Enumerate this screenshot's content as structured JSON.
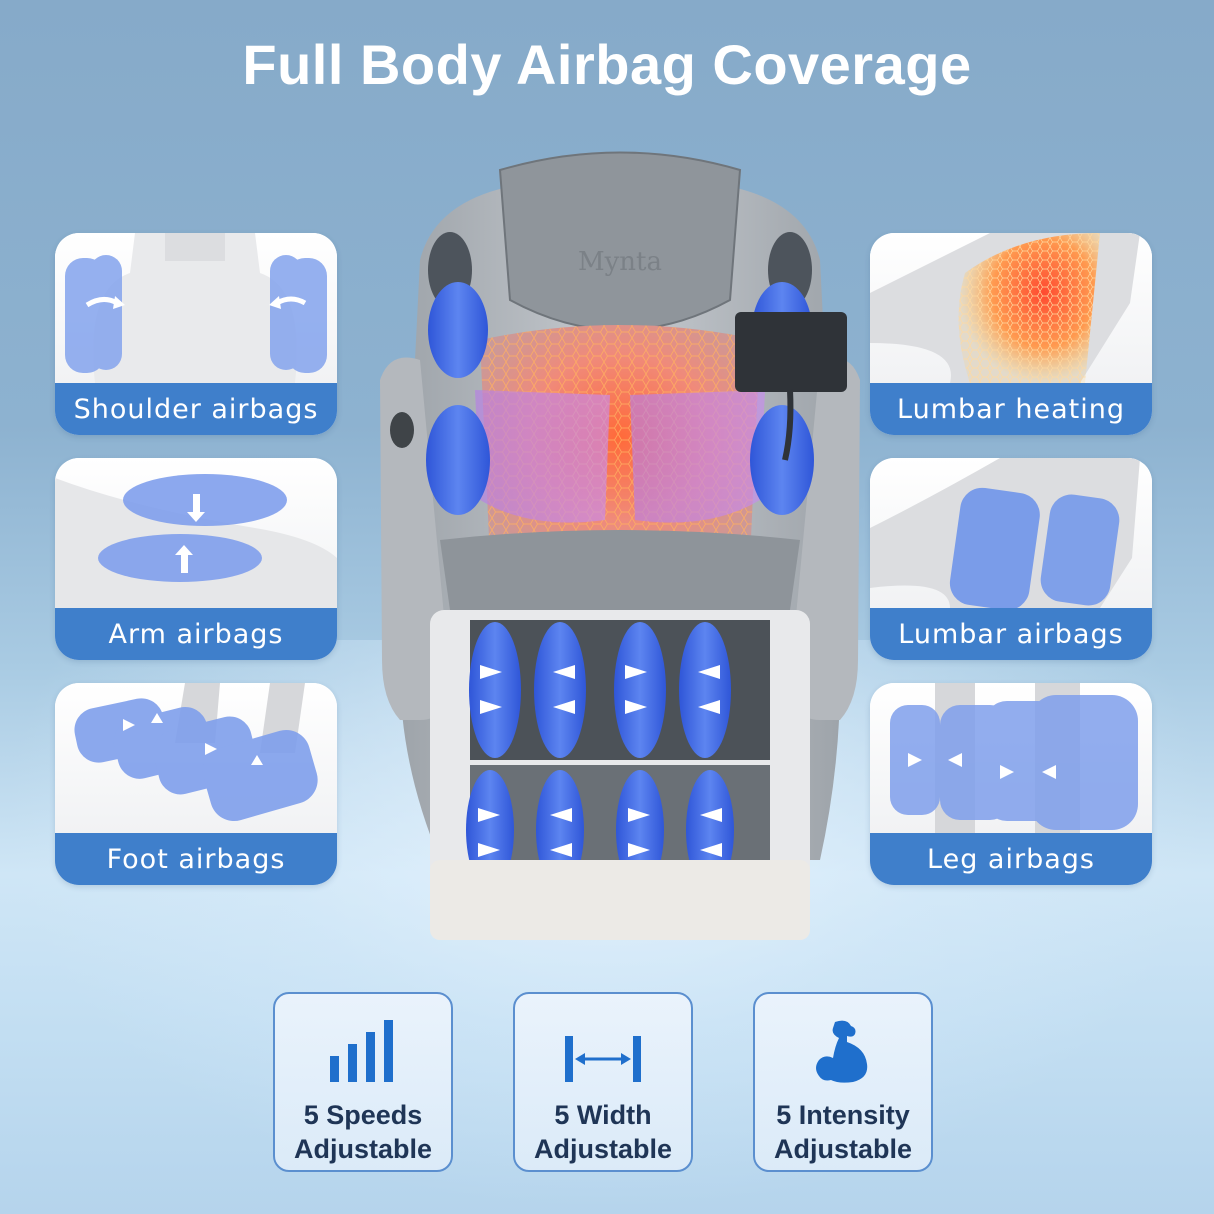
{
  "page": {
    "title": "Full Body Airbag Coverage",
    "brand_emboss": "Mynta"
  },
  "colors": {
    "accent_blue": "#3f7fcb",
    "spec_icon_blue": "#1f6fcc",
    "spec_text": "#1f3556",
    "airbag_blue": "#3a67e0",
    "heat_orange": "#ff7a3a",
    "background_top": "#86aac9",
    "background_bottom": "#c2def2"
  },
  "features_left": [
    {
      "id": "shoulder",
      "label": "Shoulder airbags",
      "icon": "shoulder-airbag-illustration"
    },
    {
      "id": "arm",
      "label": "Arm airbags",
      "icon": "arm-airbag-illustration"
    },
    {
      "id": "foot",
      "label": "Foot airbags",
      "icon": "foot-airbag-illustration"
    }
  ],
  "features_right": [
    {
      "id": "lumbar-heat",
      "label": "Lumbar heating",
      "icon": "lumbar-heat-illustration"
    },
    {
      "id": "lumbar-air",
      "label": "Lumbar airbags",
      "icon": "lumbar-airbag-illustration"
    },
    {
      "id": "leg",
      "label": "Leg airbags",
      "icon": "leg-airbag-illustration"
    }
  ],
  "specs": [
    {
      "id": "speeds",
      "line1": "5 Speeds",
      "line2": "Adjustable",
      "icon": "signal-bars-icon"
    },
    {
      "id": "width",
      "line1": "5 Width",
      "line2": "Adjustable",
      "icon": "width-arrows-icon"
    },
    {
      "id": "intensity",
      "line1": "5 Intensity",
      "line2": "Adjustable",
      "icon": "flexed-arm-icon"
    }
  ]
}
